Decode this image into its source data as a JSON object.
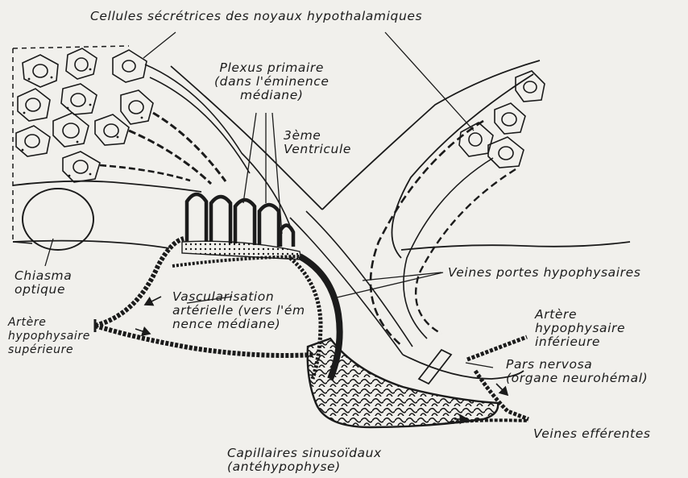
{
  "header": {
    "cut_title": "",
    "secretory_cells": "Cellules sécrétrices des noyaux hypothalamiques"
  },
  "labels": {
    "primary_plexus": "Plexus primaire\n(dans l'éminence\nmédiane)",
    "third_ventricle": "3ème\nVentricule",
    "optic_chiasm": "Chiasma\noptique",
    "portal_veins": "Veines portes hypophysaires",
    "arterial_vascularization": "Vascularisation\nartérielle (vers l'ém\nnence médiane)",
    "superior_artery": "Artère\nhypophysaire\nsupérieure",
    "inferior_artery": "Artère\nhypophysaire\ninférieure",
    "pars_nervosa": "Pars nervosa\n(organe neurohémal)",
    "efferent_veins": "Veines efférentes",
    "sinusoidal_capillaries": "Capillaires sinusoïdaux\n(antéhypophyse)"
  },
  "colors": {
    "ink": "#1b1b1b",
    "paper": "#f1f0ec"
  }
}
